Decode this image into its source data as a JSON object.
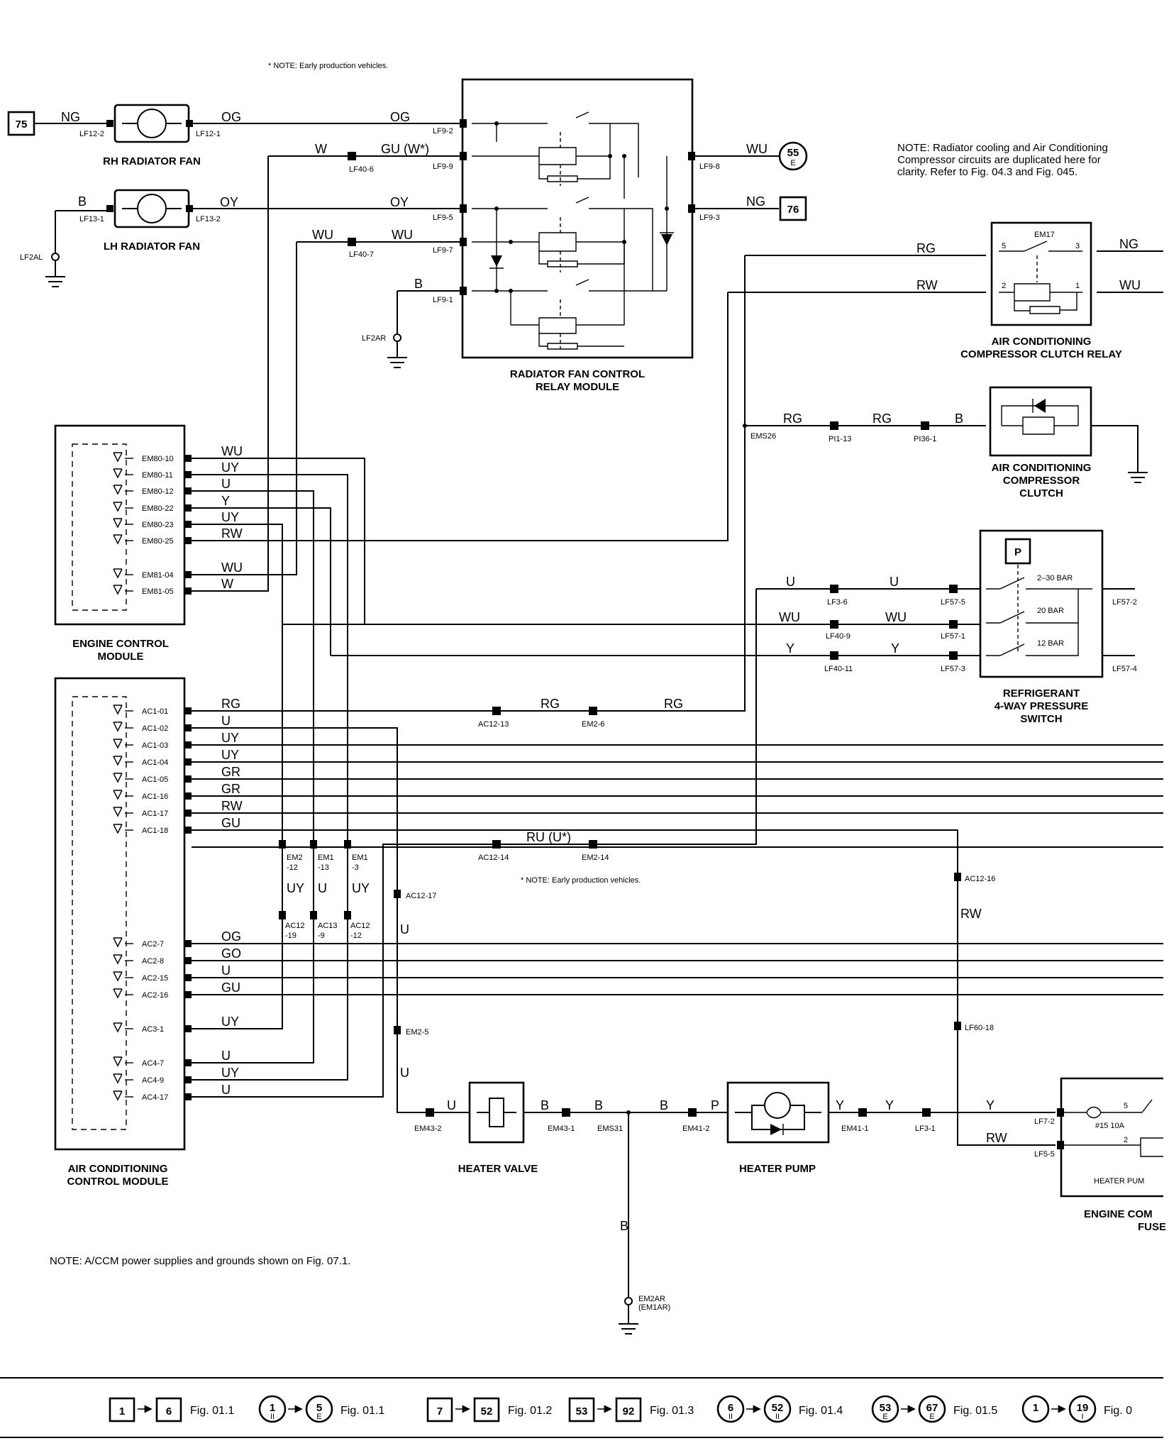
{
  "notes": {
    "early_top": "* NOTE: Early production vehicles.",
    "early_mid": "* NOTE: Early production vehicles.",
    "radiator_1": "NOTE: Radiator cooling and Air Conditioning",
    "radiator_2": "Compressor circuits are duplicated here for",
    "radiator_3": "clarity.  Refer to Fig. 04.3 and Fig. 045.",
    "acm_power": "NOTE:  A/CCM power supplies and grounds shown on Fig. 07.1."
  },
  "components": {
    "rh_fan": "RH RADIATOR FAN",
    "lh_fan": "LH RADIATOR FAN",
    "relay_module_1": "RADIATOR FAN CONTROL",
    "relay_module_2": "RELAY MODULE",
    "ac_relay_1": "AIR CONDITIONING",
    "ac_relay_2": "COMPRESSOR CLUTCH RELAY",
    "ac_relay_id": "EM17",
    "clutch_1": "AIR CONDITIONING",
    "clutch_2": "COMPRESSOR",
    "clutch_3": "CLUTCH",
    "ecm_1": "ENGINE CONTROL",
    "ecm_2": "MODULE",
    "accm_1": "AIR CONDITIONING",
    "accm_2": "CONTROL MODULE",
    "pressure_switch_1": "REFRIGERANT",
    "pressure_switch_2": "4-WAY PRESSURE",
    "pressure_switch_3": "SWITCH",
    "pressure_p": "P",
    "bar_2_30": "2–30 BAR",
    "bar_20": "20 BAR",
    "bar_12": "12 BAR",
    "heater_valve": "HEATER VALVE",
    "heater_pump": "HEATER PUMP",
    "fusebox_1": "ENGINE COM",
    "fusebox_2": "FUSE",
    "heater_pump_fuse": "HEATER PUM",
    "fuse_15": "#15 10A"
  },
  "refs": {
    "r75": "75",
    "r76": "76",
    "r55": "55",
    "r55s": "E"
  },
  "ecm_pins": [
    "EM80-10",
    "EM80-11",
    "EM80-12",
    "EM80-22",
    "EM80-23",
    "EM80-25",
    "EM81-04",
    "EM81-05"
  ],
  "ecm_wires": [
    "WU",
    "UY",
    "U",
    "Y",
    "UY",
    "RW",
    "WU",
    "W"
  ],
  "accm_pins1": [
    "AC1-01",
    "AC1-02",
    "AC1-03",
    "AC1-04",
    "AC1-05",
    "AC1-16",
    "AC1-17",
    "AC1-18"
  ],
  "accm_wires1": [
    "RG",
    "U",
    "UY",
    "UY",
    "GR",
    "GR",
    "RW",
    "GU"
  ],
  "accm_pins2": [
    "AC2-7",
    "AC2-8",
    "AC2-15",
    "AC2-16",
    "AC3-1",
    "AC4-7",
    "AC4-9",
    "AC4-17"
  ],
  "accm_wires2": [
    "OG",
    "GO",
    "U",
    "GU",
    "UY",
    "U",
    "UY",
    "U"
  ],
  "connectors": {
    "lf12_2": "LF12-2",
    "lf12_1": "LF12-1",
    "lf13_1": "LF13-1",
    "lf13_2": "LF13-2",
    "lf2al": "LF2AL",
    "lf2ar": "LF2AR",
    "lf40_6": "LF40-6",
    "lf40_7": "LF40-7",
    "lf9_2": "LF9-2",
    "lf9_9": "LF9-9",
    "lf9_5": "LF9-5",
    "lf9_7": "LF9-7",
    "lf9_1": "LF9-1",
    "lf9_8": "LF9-8",
    "lf9_3": "LF9-3",
    "ems26": "EMS26",
    "pi1_13": "PI1-13",
    "pi36_1": "PI36-1",
    "lf3_6": "LF3-6",
    "lf57_5": "LF57-5",
    "lf57_2": "LF57-2",
    "lf40_9": "LF40-9",
    "lf57_1": "LF57-1",
    "lf40_11": "LF40-11",
    "lf57_3": "LF57-3",
    "lf57_4": "LF57-4",
    "ac12_13": "AC12-13",
    "em2_6": "EM2-6",
    "ac12_14": "AC12-14",
    "em2_14": "EM2-14",
    "em2_12a": "EM2",
    "em2_12b": "-12",
    "em1_13a": "EM1",
    "em1_13b": "-13",
    "em1_3a": "EM1",
    "em1_3b": "-3",
    "ac12_19a": "AC12",
    "ac12_19b": "-19",
    "ac13_9a": "AC13",
    "ac13_9b": "-9",
    "ac12_12a": "AC12",
    "ac12_12b": "-12",
    "ac12_17": "AC12-17",
    "ac12_16": "AC12-16",
    "em2_5": "EM2-5",
    "lf60_18": "LF60-18",
    "em43_2": "EM43-2",
    "em43_1": "EM43-1",
    "ems31": "EMS31",
    "em41_2": "EM41-2",
    "em41_1": "EM41-1",
    "lf3_1": "LF3-1",
    "lf7_2": "LF7-2",
    "lf5_5": "LF5-5",
    "em2ar": "EM2AR",
    "em1ar": "(EM1AR)",
    "relay_p5": "5",
    "relay_p3": "3",
    "relay_p2": "2",
    "relay_p1": "1",
    "fuse_p5": "5",
    "fuse_p2": "2"
  },
  "wires": {
    "ng1": "NG",
    "og1": "OG",
    "og2": "OG",
    "w1": "W",
    "gu_w": "GU (W*)",
    "wu1": "WU",
    "b1": "B",
    "oy1": "OY",
    "oy2": "OY",
    "ng2": "NG",
    "wu2": "WU",
    "wu3": "WU",
    "b2": "B",
    "rg1": "RG",
    "ng3": "NG",
    "rw1": "RW",
    "wu4": "WU",
    "rg2": "RG",
    "rg3": "RG",
    "b3": "B",
    "u1": "U",
    "u2": "U",
    "wu5": "WU",
    "wu6": "WU",
    "y1": "Y",
    "y2": "Y",
    "rg4": "RG",
    "rg5": "RG",
    "ru_u": "RU (U*)",
    "uy_v1": "UY",
    "u_v2": "U",
    "uy_v3": "UY",
    "u_v4": "U",
    "u_v5": "U",
    "rw_v": "RW",
    "u3": "U",
    "b4": "B",
    "b5": "B",
    "b6": "B",
    "p1": "P",
    "y3": "Y",
    "y4": "Y",
    "y5": "Y",
    "rw2": "RW",
    "b7": "B"
  },
  "footer": [
    {
      "a": "1",
      "b": "6",
      "fig": "Fig. 01.1",
      "style": "box"
    },
    {
      "a": "1",
      "as": "II",
      "b": "5",
      "bs": "E",
      "fig": "Fig. 01.1",
      "style": "circle"
    },
    {
      "a": "7",
      "b": "52",
      "fig": "Fig. 01.2",
      "style": "box"
    },
    {
      "a": "53",
      "b": "92",
      "fig": "Fig. 01.3",
      "style": "box"
    },
    {
      "a": "6",
      "as": "II",
      "b": "52",
      "bs": "II",
      "fig": "Fig. 01.4",
      "style": "circle"
    },
    {
      "a": "53",
      "as": "E",
      "b": "67",
      "bs": "E",
      "fig": "Fig. 01.5",
      "style": "circle"
    },
    {
      "a": "1",
      "as": "",
      "b": "19",
      "bs": "I",
      "fig": "Fig. 0",
      "style": "circle"
    }
  ]
}
